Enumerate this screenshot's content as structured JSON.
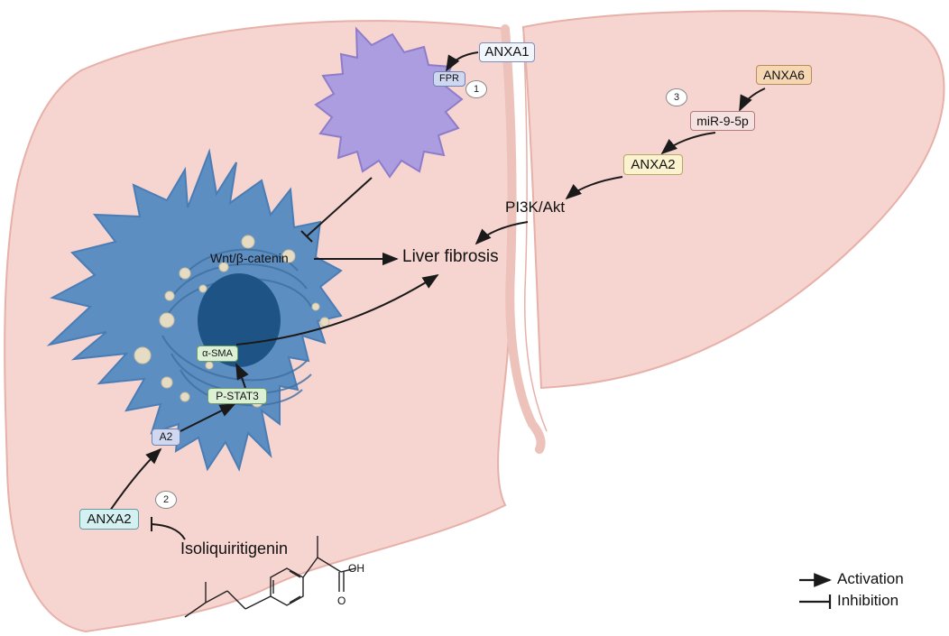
{
  "nodes": {
    "anxa1": "ANXA1",
    "fpr": "FPR",
    "anxa6": "ANXA6",
    "mir": "miR-9-5p",
    "anxa2_right": "ANXA2",
    "pi3k": "PI3K/Akt",
    "liver_fibrosis": "Liver fibrosis",
    "wnt": "Wnt/β-catenin",
    "asma": "α-SMA",
    "pstat3": "P-STAT3",
    "a2": "A2",
    "anxa2_left": "ANXA2",
    "isoliquiritigenin": "Isoliquiritigenin",
    "oh": "OH",
    "o": "O"
  },
  "markers": {
    "m1": "1",
    "m2": "2",
    "m3": "3"
  },
  "legend": {
    "activation": "Activation",
    "inhibition": "Inhibition"
  },
  "colors": {
    "liver_fill": "#f6d4cf",
    "liver_stroke": "#e7b0a8",
    "stellate_cell": "#5d8ec2",
    "nucleus": "#1e5485",
    "macrophage": "#ab9de0",
    "arrow": "#1a1a1a"
  }
}
